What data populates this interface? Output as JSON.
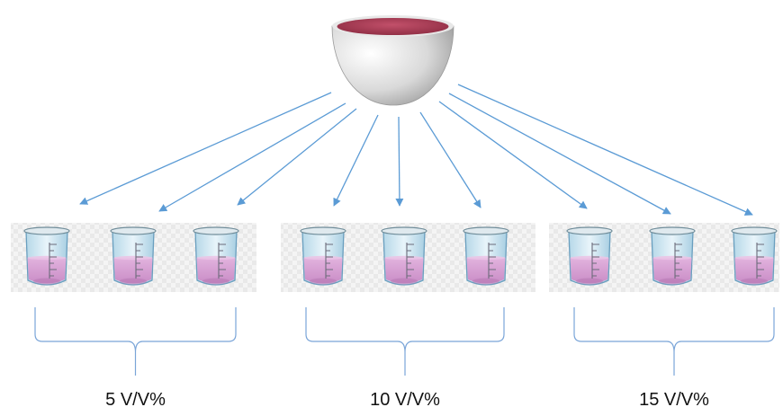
{
  "diagram": {
    "source": {
      "icon": "bowl-icon"
    },
    "beaker_icon": "beaker-icon",
    "groups": [
      {
        "label": "5 V/V%",
        "beaker_count": 3
      },
      {
        "label": "10 V/V%",
        "beaker_count": 3
      },
      {
        "label": "15 V/V%",
        "beaker_count": 3
      }
    ],
    "colors": {
      "arrow": "#5b9bd5",
      "liquid": "#d8a2d4",
      "bowl_interior": "#a83a52",
      "brace": "#7aa5d8"
    }
  }
}
